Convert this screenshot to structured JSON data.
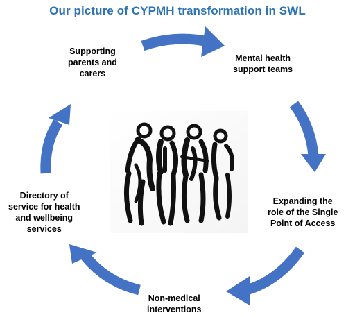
{
  "title": "Our picture of CYPMH transformation in SWL",
  "arrow_color": "#4472c4",
  "title_color": "#2e74b5",
  "center_image": "four-people-sketch",
  "nodes": [
    {
      "lines": [
        "Supporting",
        "parents and",
        "carers"
      ]
    },
    {
      "lines": [
        "Mental health",
        "support teams"
      ]
    },
    {
      "lines": [
        "Expanding the",
        "role of the Single",
        "Point of Access"
      ]
    },
    {
      "lines": [
        "Non-medical",
        "interventions"
      ]
    },
    {
      "lines": [
        "Directory of",
        "service for health",
        "and wellbeing",
        "services"
      ]
    }
  ]
}
